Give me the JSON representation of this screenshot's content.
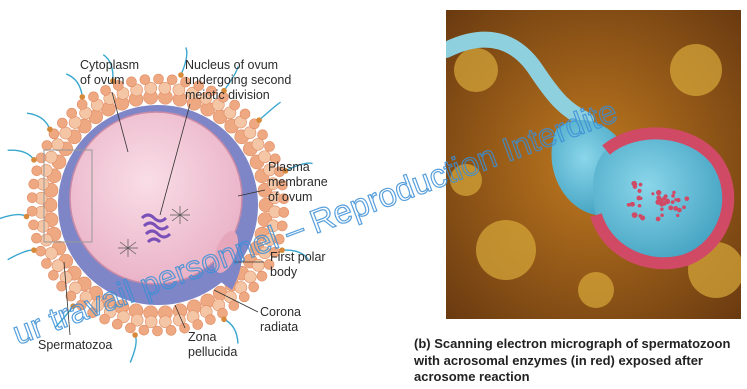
{
  "diagram": {
    "labels": {
      "cytoplasm": "Cytoplasm\nof ovum",
      "nucleus": "Nucleus of ovum\nundergoing second\nmeiotic division",
      "plasma_membrane": "Plasma\nmembrane\nof ovum",
      "polar_body": "First polar\nbody",
      "corona": "Corona\nradiata",
      "zona": "Zona\npellucida",
      "sperm": "Spermatozoa"
    },
    "colors": {
      "cytoplasm": "#f3c7d6",
      "zona": "#7f86c8",
      "corona": "#f0b795",
      "chromosomes": "#7a4fb8",
      "sperm": "#3aa7cf"
    }
  },
  "micrograph": {
    "colors": {
      "background": "#b56f1a",
      "sperm_head": "#5bb9d6",
      "acrosome": "#d04a66",
      "tail": "#8ed0dd"
    }
  },
  "caption": {
    "part": "(b)",
    "text": "Scanning electron micrograph of spermatozoon with acrosomal enzymes (in red) exposed after acrosome reaction"
  },
  "watermark": {
    "text": "ur travail personnel – Reproduction Interdite",
    "color": "#3b8fd6"
  }
}
